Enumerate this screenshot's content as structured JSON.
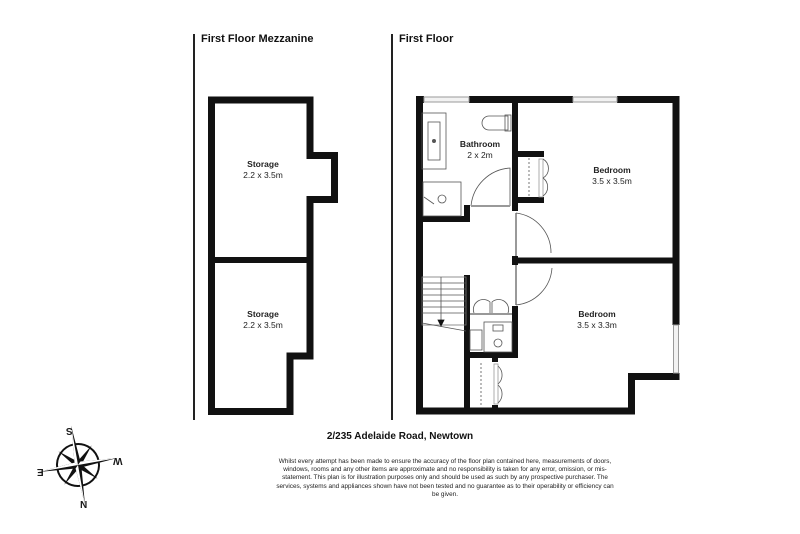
{
  "sections": {
    "mezzanine": {
      "title": "First Floor Mezzanine"
    },
    "first_floor": {
      "title": "First Floor"
    }
  },
  "rooms": {
    "mezz_storage_top": {
      "name": "Storage",
      "dims": "2.2 x 3.5m"
    },
    "mezz_storage_bottom": {
      "name": "Storage",
      "dims": "2.2 x 3.5m"
    },
    "bathroom": {
      "name": "Bathroom",
      "dims": "2 x 2m"
    },
    "bedroom_1": {
      "name": "Bedroom",
      "dims": "3.5 x 3.5m"
    },
    "bedroom_2": {
      "name": "Bedroom",
      "dims": "3.5 x 3.3m"
    }
  },
  "compass": {
    "icon": "compass-rose-icon",
    "labels": {
      "north": "N",
      "south": "S",
      "east": "E",
      "west": "W"
    }
  },
  "address": "2/235 Adelaide Road, Newtown",
  "disclaimer": "Whilst every attempt has been made to ensure the accuracy of the floor plan contained here, measurements of doors, windows, rooms and any other items are approximate and no responsibility is taken for any error, omission, or mis-statement. This plan is for illustration purposes only and should be used as such by any prospective purchaser. The services, systems and appliances shown have not been tested and no guarantee as to their operability or efficiency can be given.",
  "colors": {
    "wall": "#111111",
    "fixture": "#555555",
    "window": "#9a9a9a",
    "background": "#ffffff"
  }
}
